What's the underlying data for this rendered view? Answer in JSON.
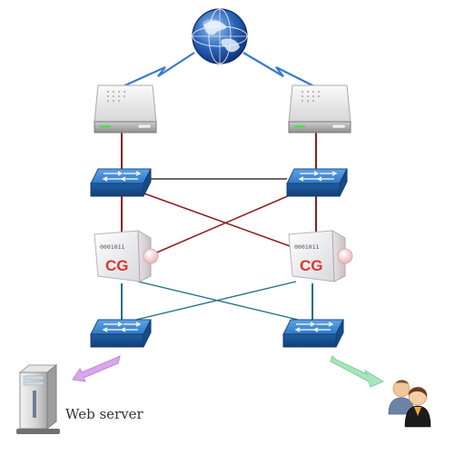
{
  "colors": {
    "wan_link": "#3a7ac8",
    "red_link": "#8c1d1d",
    "blue_link": "#1f6f88",
    "black_link": "#111111",
    "server_arrow": "#d9a6ee",
    "users_arrow": "#a8e6bf",
    "switch": "#2e78c4",
    "cg_mark": "#d23a2e"
  },
  "nodes": {
    "internet": {
      "icon": "globe-icon"
    },
    "router_left": {
      "icon": "router-icon"
    },
    "router_right": {
      "icon": "router-icon"
    },
    "switch_top_left": {
      "icon": "switch-icon"
    },
    "switch_top_right": {
      "icon": "switch-icon"
    },
    "cg_left": {
      "icon": "firewall-appliance-icon",
      "bits": "0001011",
      "mark": "CG"
    },
    "cg_right": {
      "icon": "firewall-appliance-icon",
      "bits": "0001011",
      "mark": "CG"
    },
    "switch_bottom_left": {
      "icon": "switch-icon"
    },
    "switch_bottom_right": {
      "icon": "switch-icon"
    },
    "web_server": {
      "icon": "server-tower-icon",
      "label": "Web server"
    },
    "users": {
      "icon": "users-icon"
    }
  }
}
